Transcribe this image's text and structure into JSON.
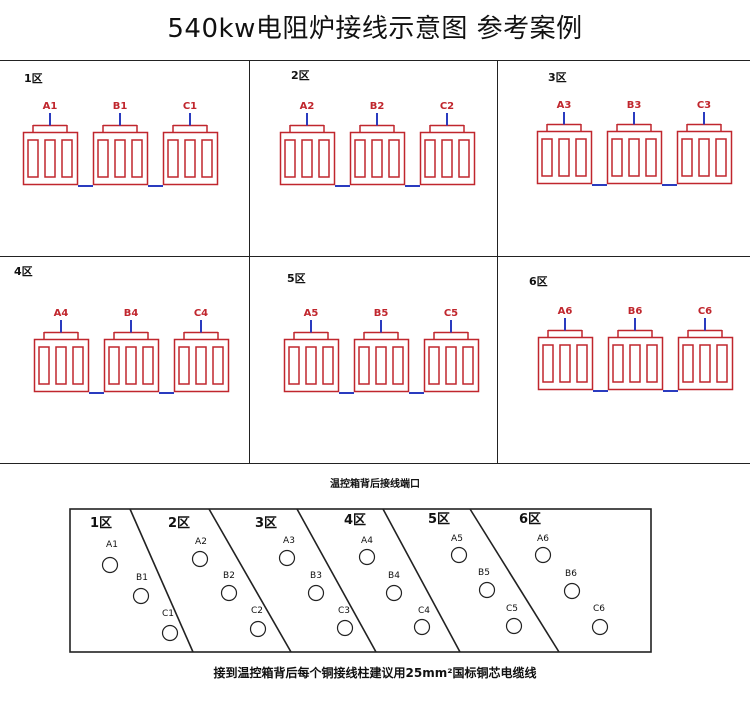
{
  "title": "540kw电阻炉接线示意图 参考案例",
  "zones": [
    {
      "label": "1区",
      "terminals": [
        "A1",
        "B1",
        "C1"
      ]
    },
    {
      "label": "2区",
      "terminals": [
        "A2",
        "B2",
        "C2"
      ]
    },
    {
      "label": "3区",
      "terminals": [
        "A3",
        "B3",
        "C3"
      ]
    },
    {
      "label": "4区",
      "terminals": [
        "A4",
        "B4",
        "C4"
      ]
    },
    {
      "label": "5区",
      "terminals": [
        "A5",
        "B5",
        "C5"
      ]
    },
    {
      "label": "6区",
      "terminals": [
        "A6",
        "B6",
        "C6"
      ]
    }
  ],
  "box_caption": "温控箱背后接线端口",
  "bottom_caption": "接到温控箱背后每个铜接线柱建议用25mm²国标铜芯电缆线",
  "colors": {
    "resistor": "#c0262d",
    "connector": "#2a3bbf",
    "line": "#222222"
  }
}
